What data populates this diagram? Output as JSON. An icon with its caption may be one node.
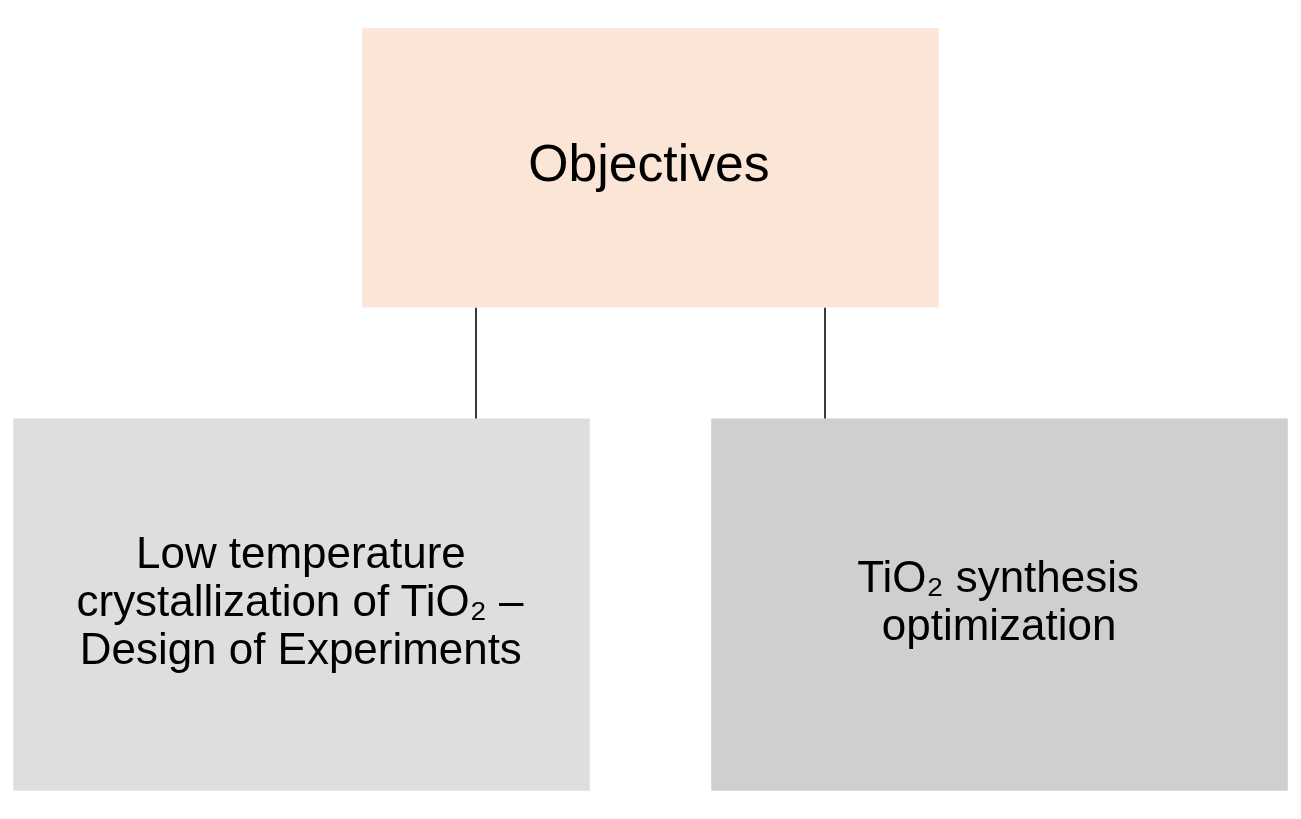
{
  "diagram": {
    "nodes": [
      {
        "text": [
          "Objectives"
        ]
      },
      {
        "text": [
          "Low temperature crystallization of TiO₂ – Design of Experiments"
        ]
      },
      {
        "text": [
          "TiO₂ synthesis optimization"
        ]
      }
    ],
    "edges": [
      {
        "from": 0,
        "to": 1,
        "arrow": "none"
      },
      {
        "from": 0,
        "to": 2,
        "arrow": "none"
      }
    ]
  }
}
